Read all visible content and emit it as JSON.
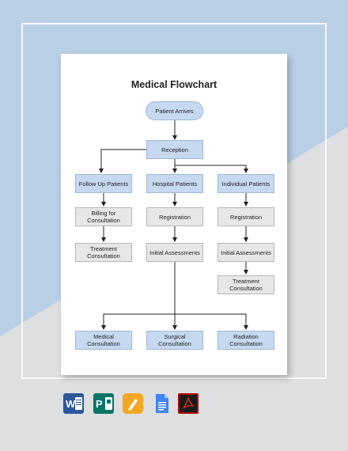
{
  "title": "Medical Flowchart",
  "nodes": {
    "patient_arrives": "Patient Arrives",
    "reception": "Reception",
    "follow_up": "Follow Up Patients",
    "hospital": "Hospital Patients",
    "individual": "Individual Patients",
    "billing": "Billing for\nConsultation",
    "registration_1": "Registration",
    "registration_2": "Registration",
    "treatment_1": "Treatment\nConsultation",
    "initial_1": "Initial Assessments",
    "initial_2": "Initial Assessments",
    "treatment_2": "Treatment\nConsultation",
    "medical": "Medical\nConsultation",
    "surgical": "Surgical\nConsultation",
    "radiation": "Radiation\nConsultation"
  },
  "apps": {
    "word": "W",
    "publisher": "P",
    "pages": "",
    "docs": "",
    "pdf": ""
  },
  "colors": {
    "node_blue": "#c6d9f1",
    "node_gray": "#e7e7e7",
    "background_blue": "#b9cfe6",
    "background_gray": "#dedfe1"
  }
}
